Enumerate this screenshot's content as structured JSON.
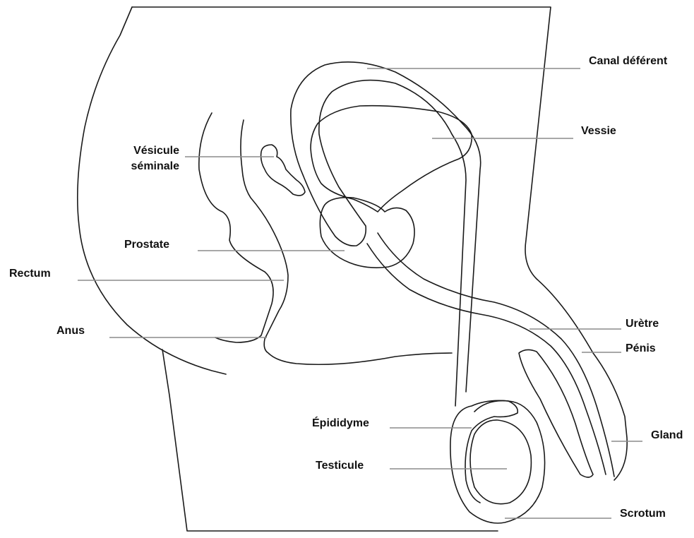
{
  "labels": {
    "canal_deferent": "Canal déférent",
    "vessie": "Vessie",
    "vesicule_line1": "Vésicule",
    "vesicule_line2": "séminale",
    "prostate": "Prostate",
    "rectum": "Rectum",
    "anus": "Anus",
    "uretre": "Urètre",
    "penis": "Pénis",
    "epididyme": "Épididyme",
    "gland": "Gland",
    "testicule": "Testicule",
    "scrotum": "Scrotum"
  },
  "colors": {
    "outline": "#1a1a1a",
    "leader": "#8c8c8c",
    "text": "#111111",
    "background": "#ffffff"
  }
}
